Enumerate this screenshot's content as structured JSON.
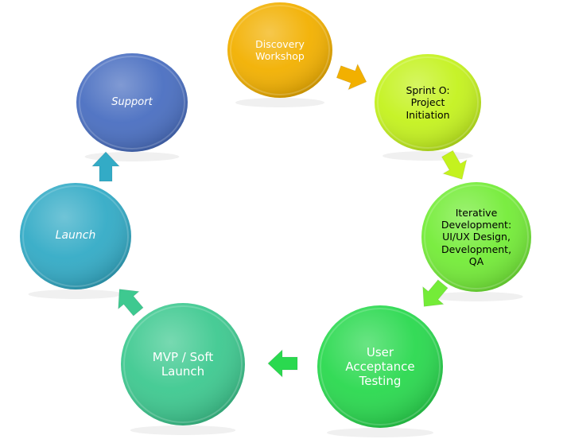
{
  "stages": [
    {
      "id": "discovery",
      "label": "Discovery\nWorkshop",
      "color": "#f2b000",
      "text_color": "#ffffff",
      "italic": false
    },
    {
      "id": "sprint0",
      "label": "Sprint O:\nProject\nInitiation",
      "color": "#c4f21e",
      "text_color": "#000000",
      "italic": false
    },
    {
      "id": "iterative",
      "label": "Iterative\nDevelopment:\nUI/UX Design,\nDevelopment,\nQA",
      "color": "#74ec38",
      "text_color": "#000000",
      "italic": false
    },
    {
      "id": "uat",
      "label": "User\nAcceptance\nTesting",
      "color": "#2ad94f",
      "text_color": "#ffffff",
      "italic": false
    },
    {
      "id": "mvp",
      "label": "MVP / Soft\nLaunch",
      "color": "#3ec990",
      "text_color": "#ffffff",
      "italic": false
    },
    {
      "id": "launch",
      "label": "Launch",
      "color": "#33abc6",
      "text_color": "#ffffff",
      "italic": true
    },
    {
      "id": "support",
      "label": "Support",
      "color": "#4a6fc1",
      "text_color": "#ffffff",
      "italic": true
    }
  ],
  "arrow_colors": [
    "#f2b000",
    "#c4f21e",
    "#74ec38",
    "#2ad94f",
    "#3ec990",
    "#33abc6"
  ]
}
